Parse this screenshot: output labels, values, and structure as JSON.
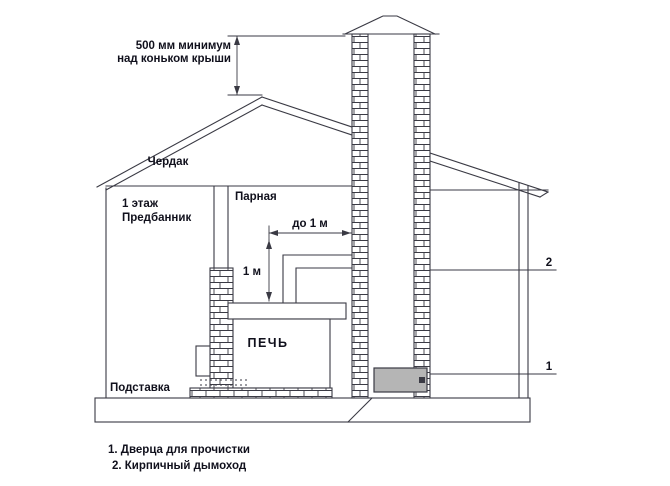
{
  "diagram": {
    "title_note": {
      "line1": "500 мм минимум",
      "line2": "над коньком крыши"
    },
    "rooms": {
      "attic": "Чердак",
      "floor": "1 этаж",
      "dressing_room": "Предбанник",
      "steam_room": "Парная"
    },
    "equipment": {
      "stove": "ПЕЧЬ",
      "stand": "Подставка"
    },
    "dimensions": {
      "duct_horizontal": "до 1 м",
      "duct_vertical": "1 м"
    },
    "callouts": {
      "cleanout_door": "1",
      "brick_chimney": "2"
    },
    "legend": {
      "items": [
        "1. Дверца для прочистки",
        "2. Кирпичный дымоход"
      ]
    },
    "colors": {
      "line": "#3a3a44",
      "text": "#10101c",
      "door_fill": "#b5b5b5",
      "background": "#ffffff"
    }
  }
}
